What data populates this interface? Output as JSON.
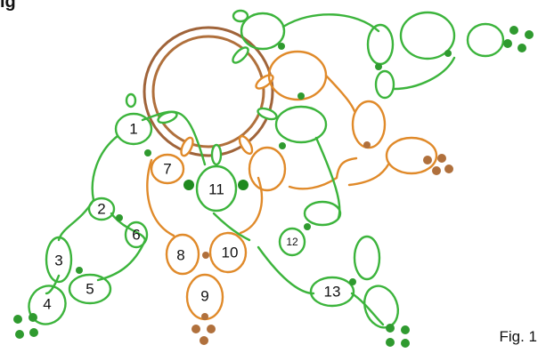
{
  "figure": {
    "corner_fragment": "ig",
    "label": "Fig. 1",
    "colors": {
      "green": "#3cb43c",
      "green_dark": "#1f8a1f",
      "orange": "#e08a2a",
      "brown": "#a0643a",
      "bead_green": "#2f9a2f",
      "bead_brown": "#b0703c"
    },
    "rings": [
      {
        "id": "1",
        "label": "1"
      },
      {
        "id": "2",
        "label": "2"
      },
      {
        "id": "3",
        "label": "3"
      },
      {
        "id": "4",
        "label": "4"
      },
      {
        "id": "5",
        "label": "5"
      },
      {
        "id": "6",
        "label": "6"
      },
      {
        "id": "7",
        "label": "7"
      },
      {
        "id": "8",
        "label": "8"
      },
      {
        "id": "9",
        "label": "9"
      },
      {
        "id": "10",
        "label": "10"
      },
      {
        "id": "11",
        "label": "11"
      },
      {
        "id": "12",
        "label": "12"
      },
      {
        "id": "13",
        "label": "13"
      }
    ]
  }
}
